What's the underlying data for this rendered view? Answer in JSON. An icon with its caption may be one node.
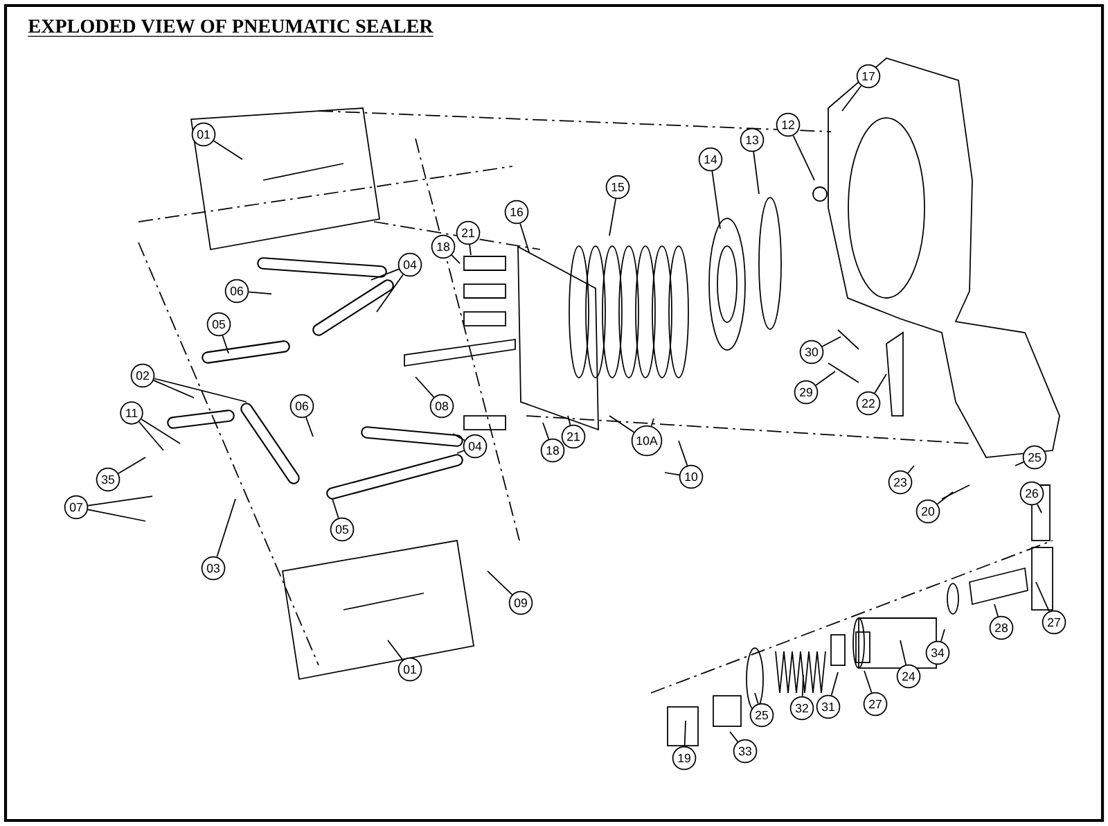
{
  "diagram": {
    "title": "EXPLODED VIEW OF PNEUMATIC SEALER",
    "nodes": [
      {
        "text": [
          "01"
        ]
      },
      {
        "text": [
          "21"
        ]
      },
      {
        "text": [
          "16"
        ]
      },
      {
        "text": [
          "15"
        ]
      },
      {
        "text": [
          "14"
        ]
      },
      {
        "text": [
          "13"
        ]
      },
      {
        "text": [
          "12"
        ]
      },
      {
        "text": [
          "17"
        ]
      },
      {
        "text": [
          "18"
        ]
      },
      {
        "text": [
          "04"
        ]
      },
      {
        "text": [
          "06"
        ]
      },
      {
        "text": [
          "05"
        ]
      },
      {
        "text": [
          "30"
        ]
      },
      {
        "text": [
          "29"
        ]
      },
      {
        "text": [
          "22"
        ]
      },
      {
        "text": [
          "02"
        ]
      },
      {
        "text": [
          "06"
        ]
      },
      {
        "text": [
          "08"
        ]
      },
      {
        "text": [
          "11"
        ]
      },
      {
        "text": [
          "21"
        ]
      },
      {
        "text": [
          "18"
        ]
      },
      {
        "text": [
          "10A"
        ]
      },
      {
        "text": [
          "04"
        ]
      },
      {
        "text": [
          "25"
        ]
      },
      {
        "text": [
          "35"
        ]
      },
      {
        "text": [
          "07"
        ]
      },
      {
        "text": [
          "23"
        ]
      },
      {
        "text": [
          "10"
        ]
      },
      {
        "text": [
          "26"
        ]
      },
      {
        "text": [
          "20"
        ]
      },
      {
        "text": [
          "05"
        ]
      },
      {
        "text": [
          "03"
        ]
      },
      {
        "text": [
          "09"
        ]
      },
      {
        "text": [
          "27"
        ]
      },
      {
        "text": [
          "28"
        ]
      },
      {
        "text": [
          "34"
        ]
      },
      {
        "text": [
          "01"
        ]
      },
      {
        "text": [
          "24"
        ]
      },
      {
        "text": [
          "27"
        ]
      },
      {
        "text": [
          "31"
        ]
      },
      {
        "text": [
          "32"
        ]
      },
      {
        "text": [
          "25"
        ]
      },
      {
        "text": [
          "33"
        ]
      },
      {
        "text": [
          "19"
        ]
      }
    ],
    "edges": [
      {
        "from": 0,
        "to": null,
        "arrow": "none"
      },
      {
        "from": 1,
        "to": null,
        "arrow": "none"
      },
      {
        "from": 2,
        "to": null,
        "arrow": "none"
      },
      {
        "from": 3,
        "to": null,
        "arrow": "none"
      },
      {
        "from": 4,
        "to": null,
        "arrow": "none"
      },
      {
        "from": 5,
        "to": null,
        "arrow": "none"
      },
      {
        "from": 6,
        "to": null,
        "arrow": "none"
      },
      {
        "from": 7,
        "to": null,
        "arrow": "none"
      },
      {
        "from": 8,
        "to": null,
        "arrow": "none"
      },
      {
        "from": 9,
        "to": null,
        "arrow": "none"
      },
      {
        "from": 9,
        "to": null,
        "arrow": "none"
      },
      {
        "from": 10,
        "to": null,
        "arrow": "none"
      },
      {
        "from": 11,
        "to": null,
        "arrow": "none"
      },
      {
        "from": 12,
        "to": null,
        "arrow": "none"
      },
      {
        "from": 13,
        "to": null,
        "arrow": "none"
      },
      {
        "from": 14,
        "to": null,
        "arrow": "none"
      },
      {
        "from": 15,
        "to": null,
        "arrow": "none"
      },
      {
        "from": 15,
        "to": null,
        "arrow": "none"
      },
      {
        "from": 16,
        "to": null,
        "arrow": "none"
      },
      {
        "from": 17,
        "to": null,
        "arrow": "none"
      },
      {
        "from": 18,
        "to": null,
        "arrow": "none"
      },
      {
        "from": 18,
        "to": null,
        "arrow": "none"
      },
      {
        "from": 19,
        "to": null,
        "arrow": "none"
      },
      {
        "from": 20,
        "to": null,
        "arrow": "none"
      },
      {
        "from": 21,
        "to": null,
        "arrow": "none"
      },
      {
        "from": 21,
        "to": null,
        "arrow": "none"
      },
      {
        "from": 22,
        "to": null,
        "arrow": "none"
      },
      {
        "from": 22,
        "to": null,
        "arrow": "none"
      },
      {
        "from": 23,
        "to": null,
        "arrow": "none"
      },
      {
        "from": 24,
        "to": null,
        "arrow": "none"
      },
      {
        "from": 25,
        "to": null,
        "arrow": "none"
      },
      {
        "from": 25,
        "to": null,
        "arrow": "none"
      },
      {
        "from": 26,
        "to": null,
        "arrow": "none"
      },
      {
        "from": 27,
        "to": null,
        "arrow": "none"
      },
      {
        "from": 27,
        "to": null,
        "arrow": "none"
      },
      {
        "from": 28,
        "to": null,
        "arrow": "none"
      },
      {
        "from": 29,
        "to": null,
        "arrow": "none"
      },
      {
        "from": 30,
        "to": null,
        "arrow": "none"
      },
      {
        "from": 31,
        "to": null,
        "arrow": "none"
      },
      {
        "from": 32,
        "to": null,
        "arrow": "none"
      },
      {
        "from": 33,
        "to": null,
        "arrow": "none"
      },
      {
        "from": 34,
        "to": null,
        "arrow": "none"
      },
      {
        "from": 35,
        "to": null,
        "arrow": "none"
      },
      {
        "from": 36,
        "to": null,
        "arrow": "none"
      },
      {
        "from": 37,
        "to": null,
        "arrow": "none"
      },
      {
        "from": 38,
        "to": null,
        "arrow": "none"
      },
      {
        "from": 39,
        "to": null,
        "arrow": "none"
      },
      {
        "from": 40,
        "to": null,
        "arrow": "none"
      },
      {
        "from": 41,
        "to": null,
        "arrow": "none"
      },
      {
        "from": 42,
        "to": null,
        "arrow": "none"
      },
      {
        "from": 43,
        "to": null,
        "arrow": "none"
      }
    ]
  }
}
